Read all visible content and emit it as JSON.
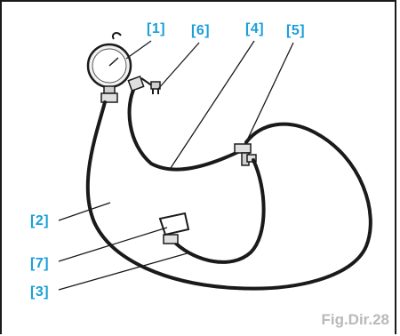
{
  "callouts": {
    "c1": "[1]",
    "c2": "[2]",
    "c3": "[3]",
    "c4": "[4]",
    "c5": "[5]",
    "c6": "[6]",
    "c7": "[7]"
  },
  "caption": "Fig.Dir.28",
  "colors": {
    "callout": "#1a9fd8",
    "caption": "#b9b9b9",
    "line_art": "#1a1a1a"
  }
}
